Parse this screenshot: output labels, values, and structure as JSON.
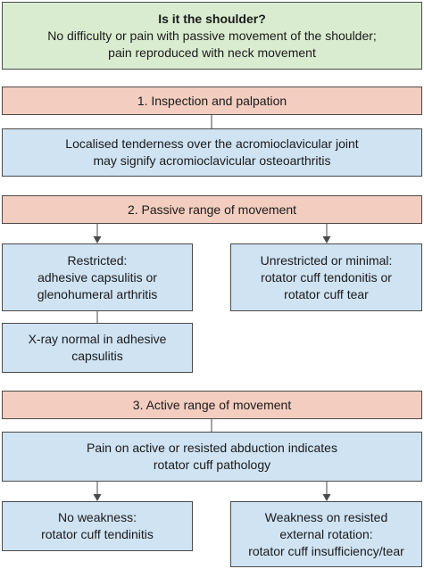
{
  "boxes": {
    "shoulder": {
      "title": "Is it the shoulder?",
      "lines": [
        "No difficulty or pain with passive movement of the shoulder;",
        "pain reproduced with neck movement"
      ]
    },
    "inspection": {
      "lines": [
        "1. Inspection and palpation"
      ]
    },
    "inspection_note": {
      "lines": [
        "Localised tenderness over the acromioclavicular joint",
        "may signify acromioclavicular osteoarthritis"
      ]
    },
    "passive": {
      "lines": [
        "2. Passive range of movement"
      ]
    },
    "restricted": {
      "lines": [
        "Restricted:",
        "adhesive capsulitis or",
        "glenohumeral arthritis"
      ]
    },
    "unrestricted": {
      "lines": [
        "Unrestricted or minimal:",
        "rotator cuff tendonitis or",
        "rotator cuff tear"
      ]
    },
    "xray": {
      "lines": [
        "X-ray normal in adhesive",
        "capsulitis"
      ]
    },
    "active": {
      "lines": [
        "3. Active range of movement"
      ]
    },
    "active_note": {
      "lines": [
        "Pain on active or resisted abduction indicates",
        "rotator cuff pathology"
      ]
    },
    "no_weakness": {
      "lines": [
        "No weakness:",
        "rotator cuff tendinitis"
      ]
    },
    "weakness": {
      "lines": [
        "Weakness on resisted",
        "external rotation:",
        "rotator cuff insufficiency/tear"
      ]
    }
  },
  "colors": {
    "green": "#d9ecd0",
    "red": "#f3cdbf",
    "blue": "#cfe3f3",
    "border": "#4a4a4a"
  }
}
